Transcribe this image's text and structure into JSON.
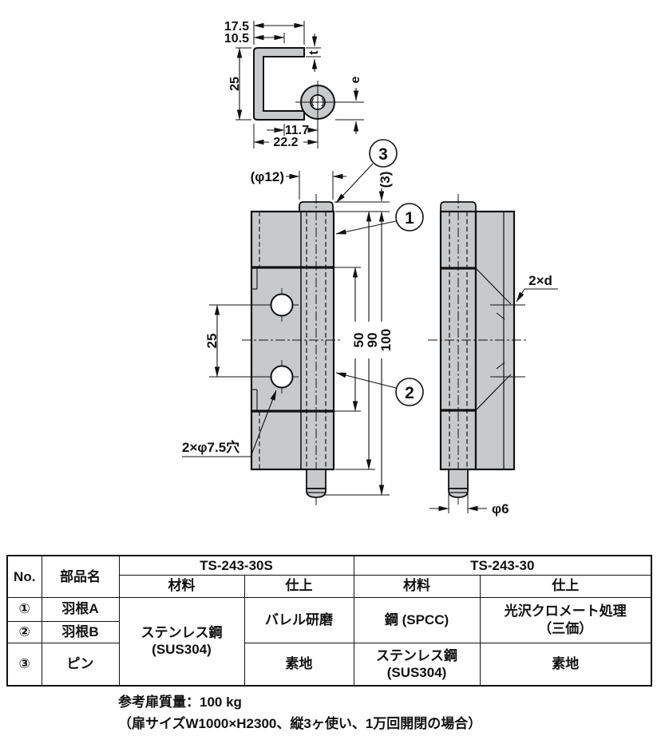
{
  "drawing": {
    "detail": {
      "d17_5": "17.5",
      "d10_5": "10.5",
      "d25": "25",
      "t": "t",
      "e": "e",
      "d11_7": "11.7",
      "d22_2": "22.2"
    },
    "front": {
      "phi12": "(φ12)",
      "cap3": "(3)",
      "pitch25": "25",
      "d50": "50",
      "d90": "90",
      "d100": "100",
      "holes": "2×φ7.5穴",
      "b1": "1",
      "b2": "2",
      "b3": "3"
    },
    "side": {
      "d2xd": "2×d",
      "phi6": "φ6"
    }
  },
  "table": {
    "col_no": "No.",
    "col_part": "部品名",
    "model_s": "TS-243-30S",
    "model_std": "TS-243-30",
    "col_material": "材料",
    "col_finish": "仕上",
    "rows": [
      {
        "no": "①",
        "part": "羽根A"
      },
      {
        "no": "②",
        "part": "羽根B"
      },
      {
        "no": "③",
        "part": "ピン"
      }
    ],
    "s_material_1": "ステンレス鋼",
    "s_material_2": "(SUS304)",
    "s_finish_ab": "バレル研磨",
    "s_finish_pin": "素地",
    "std_material_ab": "鋼 (SPCC)",
    "std_material_pin_1": "ステンレス鋼",
    "std_material_pin_2": "(SUS304)",
    "std_finish_ab_1": "光沢クロメート処理",
    "std_finish_ab_2": "（三価）",
    "std_finish_pin": "素地"
  },
  "notes": {
    "line1": "参考扉質量：100 kg",
    "line2": "（扉サイズW1000×H2300、縦3ヶ使い、1万回開閉の場合）"
  }
}
